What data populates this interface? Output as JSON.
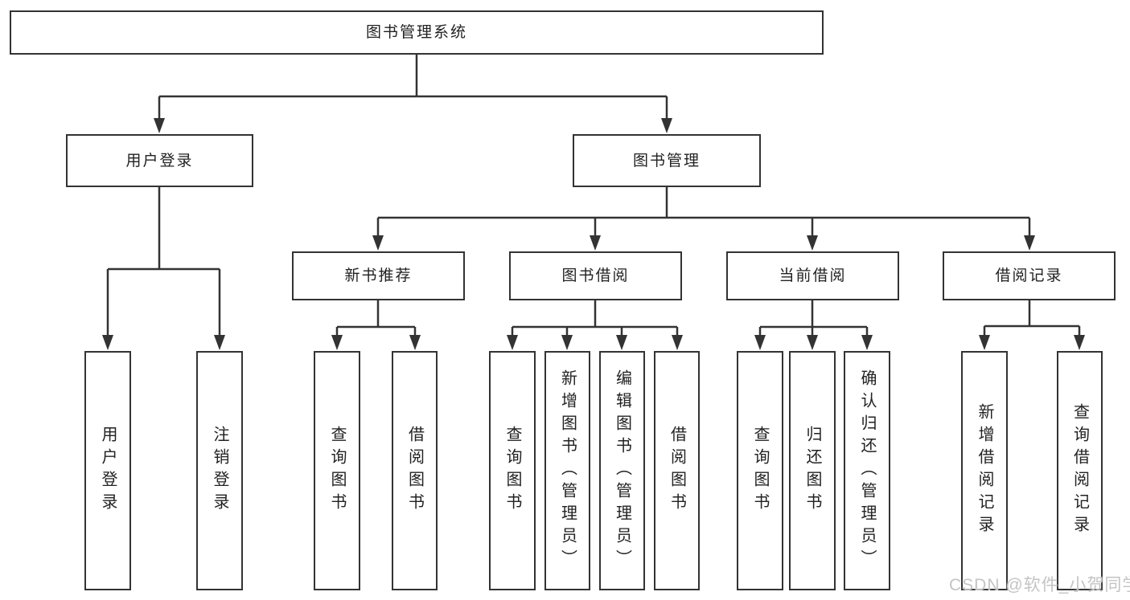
{
  "diagram": {
    "root": "图书管理系统",
    "branches": [
      {
        "label": "用户登录",
        "children": [
          "用户登录",
          "注销登录"
        ]
      },
      {
        "label": "图书管理",
        "children": [
          {
            "label": "新书推荐",
            "children": [
              "查询图书",
              "借阅图书"
            ]
          },
          {
            "label": "图书借阅",
            "children": [
              "查询图书",
              "新增图书（管理员）",
              "编辑图书（管理员）",
              "借阅图书"
            ]
          },
          {
            "label": "当前借阅",
            "children": [
              "查询图书",
              "归还图书",
              "确认归还（管理员）"
            ]
          },
          {
            "label": "借阅记录",
            "children": [
              "新增借阅记录",
              "查询借阅记录"
            ]
          }
        ]
      }
    ]
  },
  "watermark": {
    "text": "CSDN @软件_小贺同学"
  },
  "colors": {
    "line": "#333333",
    "text": "#222222",
    "watermark": "#c4c4c4",
    "background": "#ffffff"
  }
}
